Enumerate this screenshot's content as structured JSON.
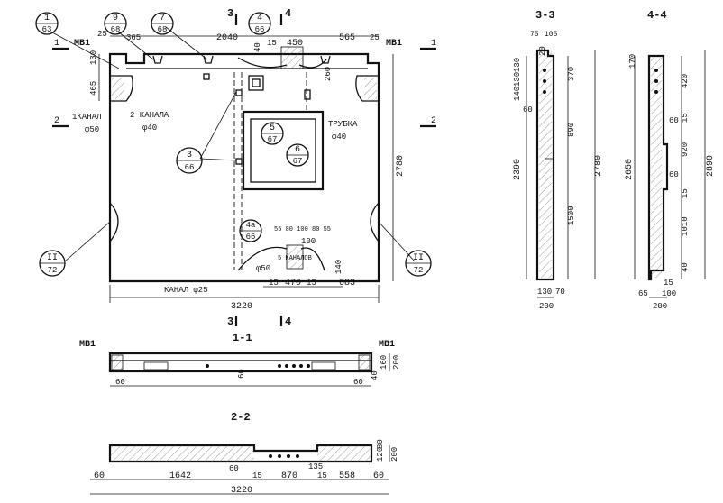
{
  "main_view": {
    "bubbles": [
      {
        "top": "1",
        "bottom": "63"
      },
      {
        "top": "9",
        "bottom": "68"
      },
      {
        "top": "7",
        "bottom": "68"
      },
      {
        "top": "4",
        "bottom": "66"
      },
      {
        "top": "3",
        "bottom": "66"
      },
      {
        "top": "5",
        "bottom": "67"
      },
      {
        "top": "6",
        "bottom": "67"
      },
      {
        "top": "4a",
        "bottom": "66"
      },
      {
        "top": "II",
        "bottom": "72"
      },
      {
        "top": "II",
        "bottom": "72"
      }
    ],
    "labels": {
      "mb_left": "МВ1",
      "mb_right": "МВ1",
      "kanal_1": "1КАНАЛ",
      "kanal_1_dia": "φ50",
      "kanal_2": "2 КАНАЛА",
      "kanal_2_dia": "φ40",
      "trubka": "ТРУБКА",
      "trubka_dia": "φ40",
      "kanal_25": "КАНАЛ φ25",
      "kanaly_5": "5 КАНАЛОВ",
      "kanaly_5_dia": "φ50"
    },
    "dims": {
      "d25_left": "25",
      "d365_left": "365",
      "d2040": "2040",
      "d15_top": "15",
      "d450": "450",
      "d565": "565",
      "d25_right": "25",
      "d130": "130",
      "d465": "465",
      "d40": "40",
      "d260": "260",
      "d2780": "2780",
      "d3220": "3220",
      "d15_b1": "15",
      "d470": "470",
      "d15_b2": "15",
      "d683": "683",
      "d140": "140",
      "d_top_row": "55 80 100 80 55",
      "d100": "100"
    },
    "section_marks": {
      "s1_left": "1",
      "s1_right": "1",
      "s2_left": "2",
      "s2_right": "2",
      "s3_top": "3",
      "s4_top": "4",
      "s3_bot": "3",
      "s4_bot": "4"
    }
  },
  "section_1_1": {
    "title": "1-1",
    "mb_left": "МВ1",
    "mb_right": "МВ1",
    "dims": {
      "d60_l": "60",
      "d60_r": "60",
      "d60_mid": "60",
      "d40": "40",
      "d160": "160",
      "d200": "200"
    }
  },
  "section_2_2": {
    "title": "2-2",
    "dims": {
      "d60_l": "60",
      "d1642": "1642",
      "d60_a": "60",
      "d15_a": "15",
      "d870": "870",
      "d15_b": "15",
      "d135": "135",
      "d558": "558",
      "d60_r": "60",
      "d3220": "3220",
      "d120": "120",
      "d80": "80",
      "d200": "200"
    }
  },
  "section_3_3": {
    "title": "3-3",
    "dims": {
      "d75": "75",
      "d105": "105",
      "d20": "20",
      "d130a": "130",
      "d130b": "130",
      "d140": "140",
      "d60": "60",
      "d370": "370",
      "d890": "890",
      "d1500": "1500",
      "d2390": "2390",
      "d2780": "2780",
      "d130_bot": "130",
      "d70": "70",
      "d200": "200"
    }
  },
  "section_4_4": {
    "title": "4-4",
    "dims": {
      "d170": "170",
      "d420": "420",
      "d60a": "60",
      "d15a": "15",
      "d920": "920",
      "d60b": "60",
      "d15b": "15",
      "d1010": "1010",
      "d40": "40",
      "d2650": "2650",
      "d2890": "2890",
      "d15_bot": "15",
      "d65": "65",
      "d100": "100",
      "d200": "200"
    }
  }
}
